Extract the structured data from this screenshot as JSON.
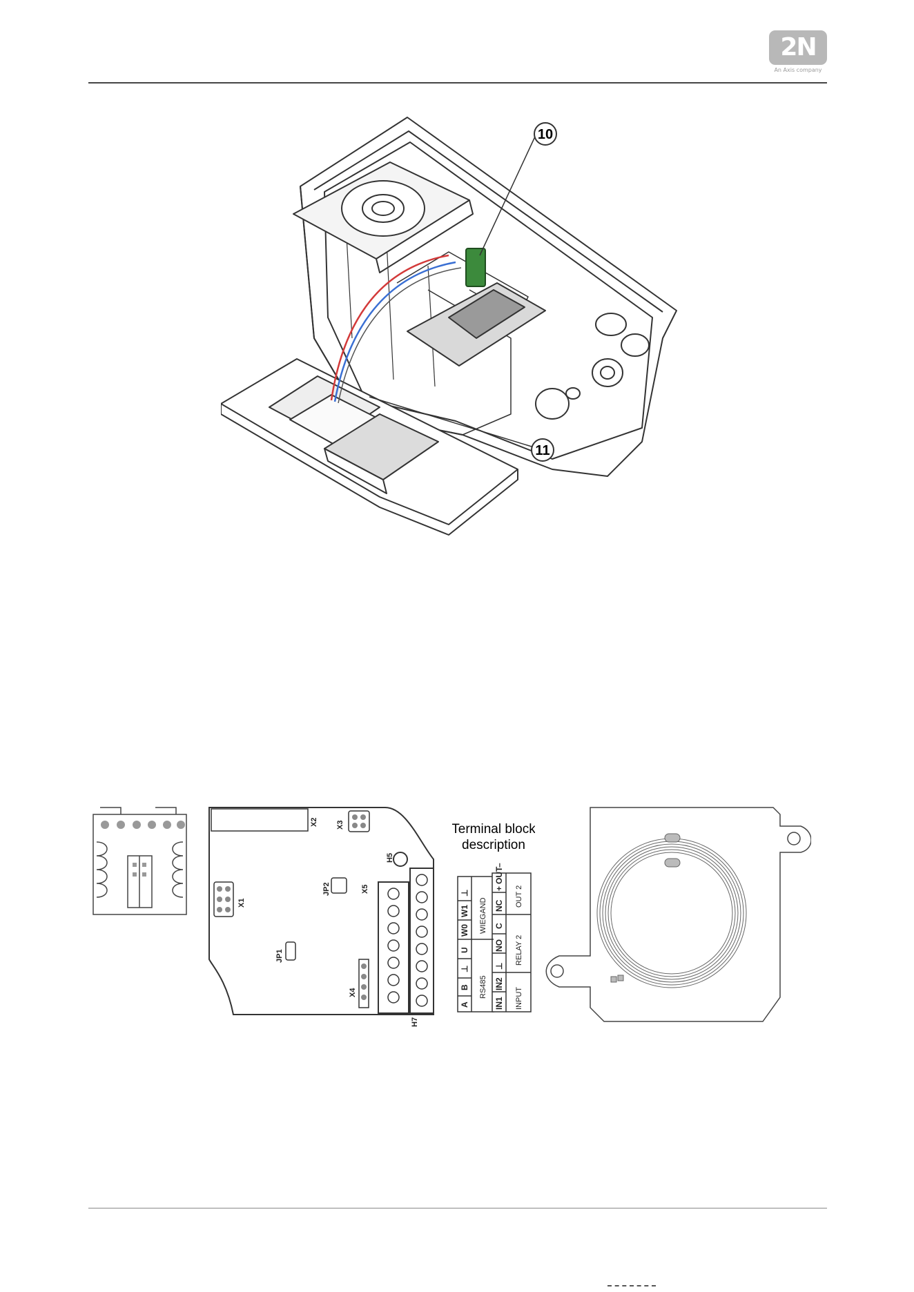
{
  "header": {
    "logo_text": "2N",
    "logo_subtitle": "An Axis company"
  },
  "callouts": {
    "c10": "10",
    "c11": "11"
  },
  "terminal_block": {
    "title_line1": "Terminal block",
    "title_line2": "description",
    "col_left": [
      "A",
      "B",
      "⊥",
      "U",
      "W0",
      "W1",
      "⊥"
    ],
    "col_left_groups": [
      "RS485",
      "WIEGAND"
    ],
    "col_right": [
      "IN1",
      "IN2",
      "⊥",
      "NO",
      "C",
      "NC",
      "+",
      "OUT",
      "–"
    ],
    "col_right_groups": [
      "INPUT",
      "RELAY 2",
      "OUT 2"
    ]
  },
  "pcb": {
    "x1": "X1",
    "x2": "X2",
    "x3": "X3",
    "x4": "X4",
    "x5": "X5",
    "jp1": "JP1",
    "jp2": "JP2",
    "h5": "H5",
    "h7": "H7"
  },
  "colors": {
    "cable_red": "#d33a3a",
    "cable_blue": "#3a6fd3",
    "board_green": "#3c8a3c",
    "line": "#333333"
  }
}
